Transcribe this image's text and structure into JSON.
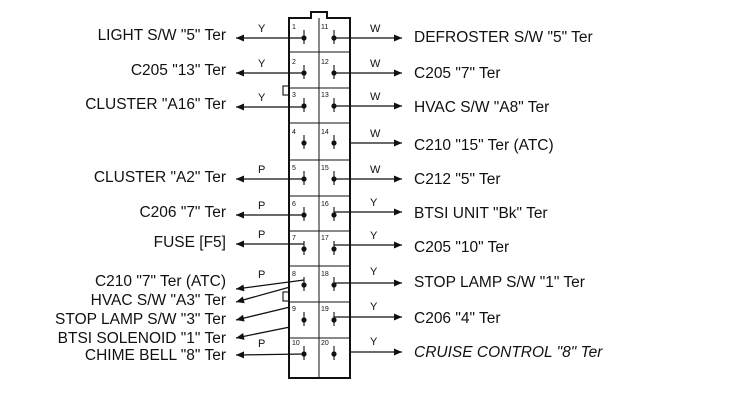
{
  "connector": {
    "rows": [
      {
        "left_pin": "1",
        "right_pin": "11"
      },
      {
        "left_pin": "2",
        "right_pin": "12"
      },
      {
        "left_pin": "3",
        "right_pin": "13"
      },
      {
        "left_pin": "4",
        "right_pin": "14"
      },
      {
        "left_pin": "5",
        "right_pin": "15"
      },
      {
        "left_pin": "6",
        "right_pin": "16"
      },
      {
        "left_pin": "7",
        "right_pin": "17"
      },
      {
        "left_pin": "8",
        "right_pin": "18"
      },
      {
        "left_pin": "9",
        "right_pin": "19"
      },
      {
        "left_pin": "10",
        "right_pin": "20"
      }
    ]
  },
  "left_circuits": [
    {
      "label": "LIGHT S/W \"5\" Ter",
      "color": "Y"
    },
    {
      "label": "C205 \"13\" Ter",
      "color": "Y"
    },
    {
      "label": "CLUSTER \"A16\" Ter",
      "color": "Y"
    },
    {
      "label": "CLUSTER \"A2\" Ter",
      "color": "P"
    },
    {
      "label": "C206 \"7\" Ter",
      "color": "P"
    },
    {
      "label": "FUSE [F5]",
      "color": "P"
    },
    {
      "label": "C210 \"7\" Ter (ATC)",
      "color": "P"
    },
    {
      "label": "HVAC S/W \"A3\" Ter",
      "color": ""
    },
    {
      "label": "STOP LAMP S/W \"3\" Ter",
      "color": ""
    },
    {
      "label": "BTSI SOLENOID \"1\" Ter",
      "color": ""
    },
    {
      "label": "CHIME BELL \"8\" Ter",
      "color": "P"
    }
  ],
  "right_circuits": [
    {
      "label": "DEFROSTER S/W \"5\" Ter",
      "color": "W"
    },
    {
      "label": "C205 \"7\" Ter",
      "color": "W"
    },
    {
      "label": "HVAC S/W \"A8\" Ter",
      "color": "W"
    },
    {
      "label": "C210 \"15\" Ter (ATC)",
      "color": "W"
    },
    {
      "label": "C212 \"5\" Ter",
      "color": "W"
    },
    {
      "label": "BTSI UNIT \"Bk\" Ter",
      "color": "Y"
    },
    {
      "label": "C205 \"10\" Ter",
      "color": "Y"
    },
    {
      "label": "STOP LAMP S/W \"1\" Ter",
      "color": "Y"
    },
    {
      "label": "C206 \"4\" Ter",
      "color": "Y"
    },
    {
      "label": "CRUISE CONTROL \"8\" Ter",
      "color": "Y"
    }
  ]
}
